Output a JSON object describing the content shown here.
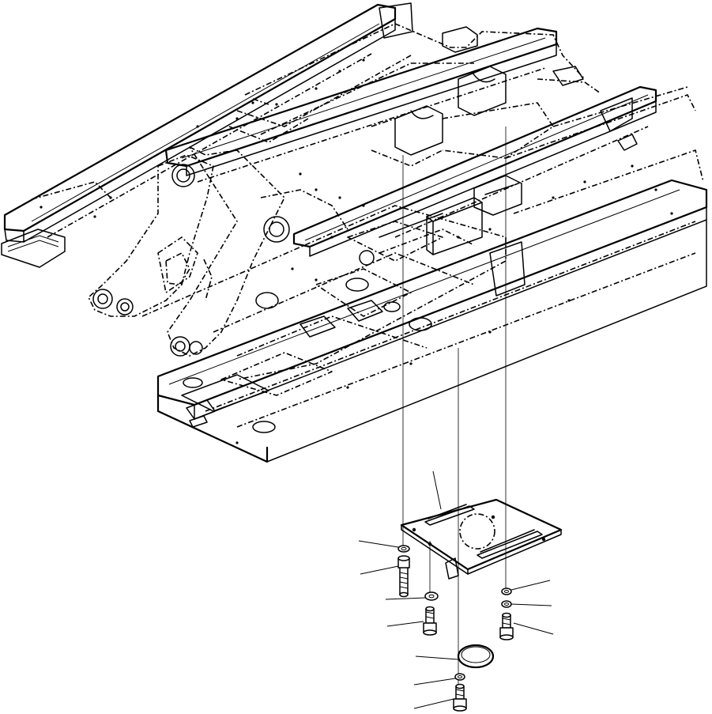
{
  "figure": {
    "colors": {
      "line": "#000000",
      "background": "#ffffff"
    },
    "parts": [
      {
        "id": "frame",
        "name": "revolving-frame"
      },
      {
        "id": "cover-plate",
        "name": "cover-plate"
      },
      {
        "id": "round-cover",
        "name": "round-cover"
      },
      {
        "id": "bolt-a",
        "name": "bolt"
      },
      {
        "id": "washer-a",
        "name": "washer"
      },
      {
        "id": "bolt-b",
        "name": "bolt"
      },
      {
        "id": "washer-b",
        "name": "washer"
      },
      {
        "id": "bolt-c",
        "name": "bolt"
      },
      {
        "id": "washer-c",
        "name": "washer"
      },
      {
        "id": "bolt-d",
        "name": "bolt"
      },
      {
        "id": "washer-d",
        "name": "washer"
      }
    ],
    "leader_count": 10
  }
}
